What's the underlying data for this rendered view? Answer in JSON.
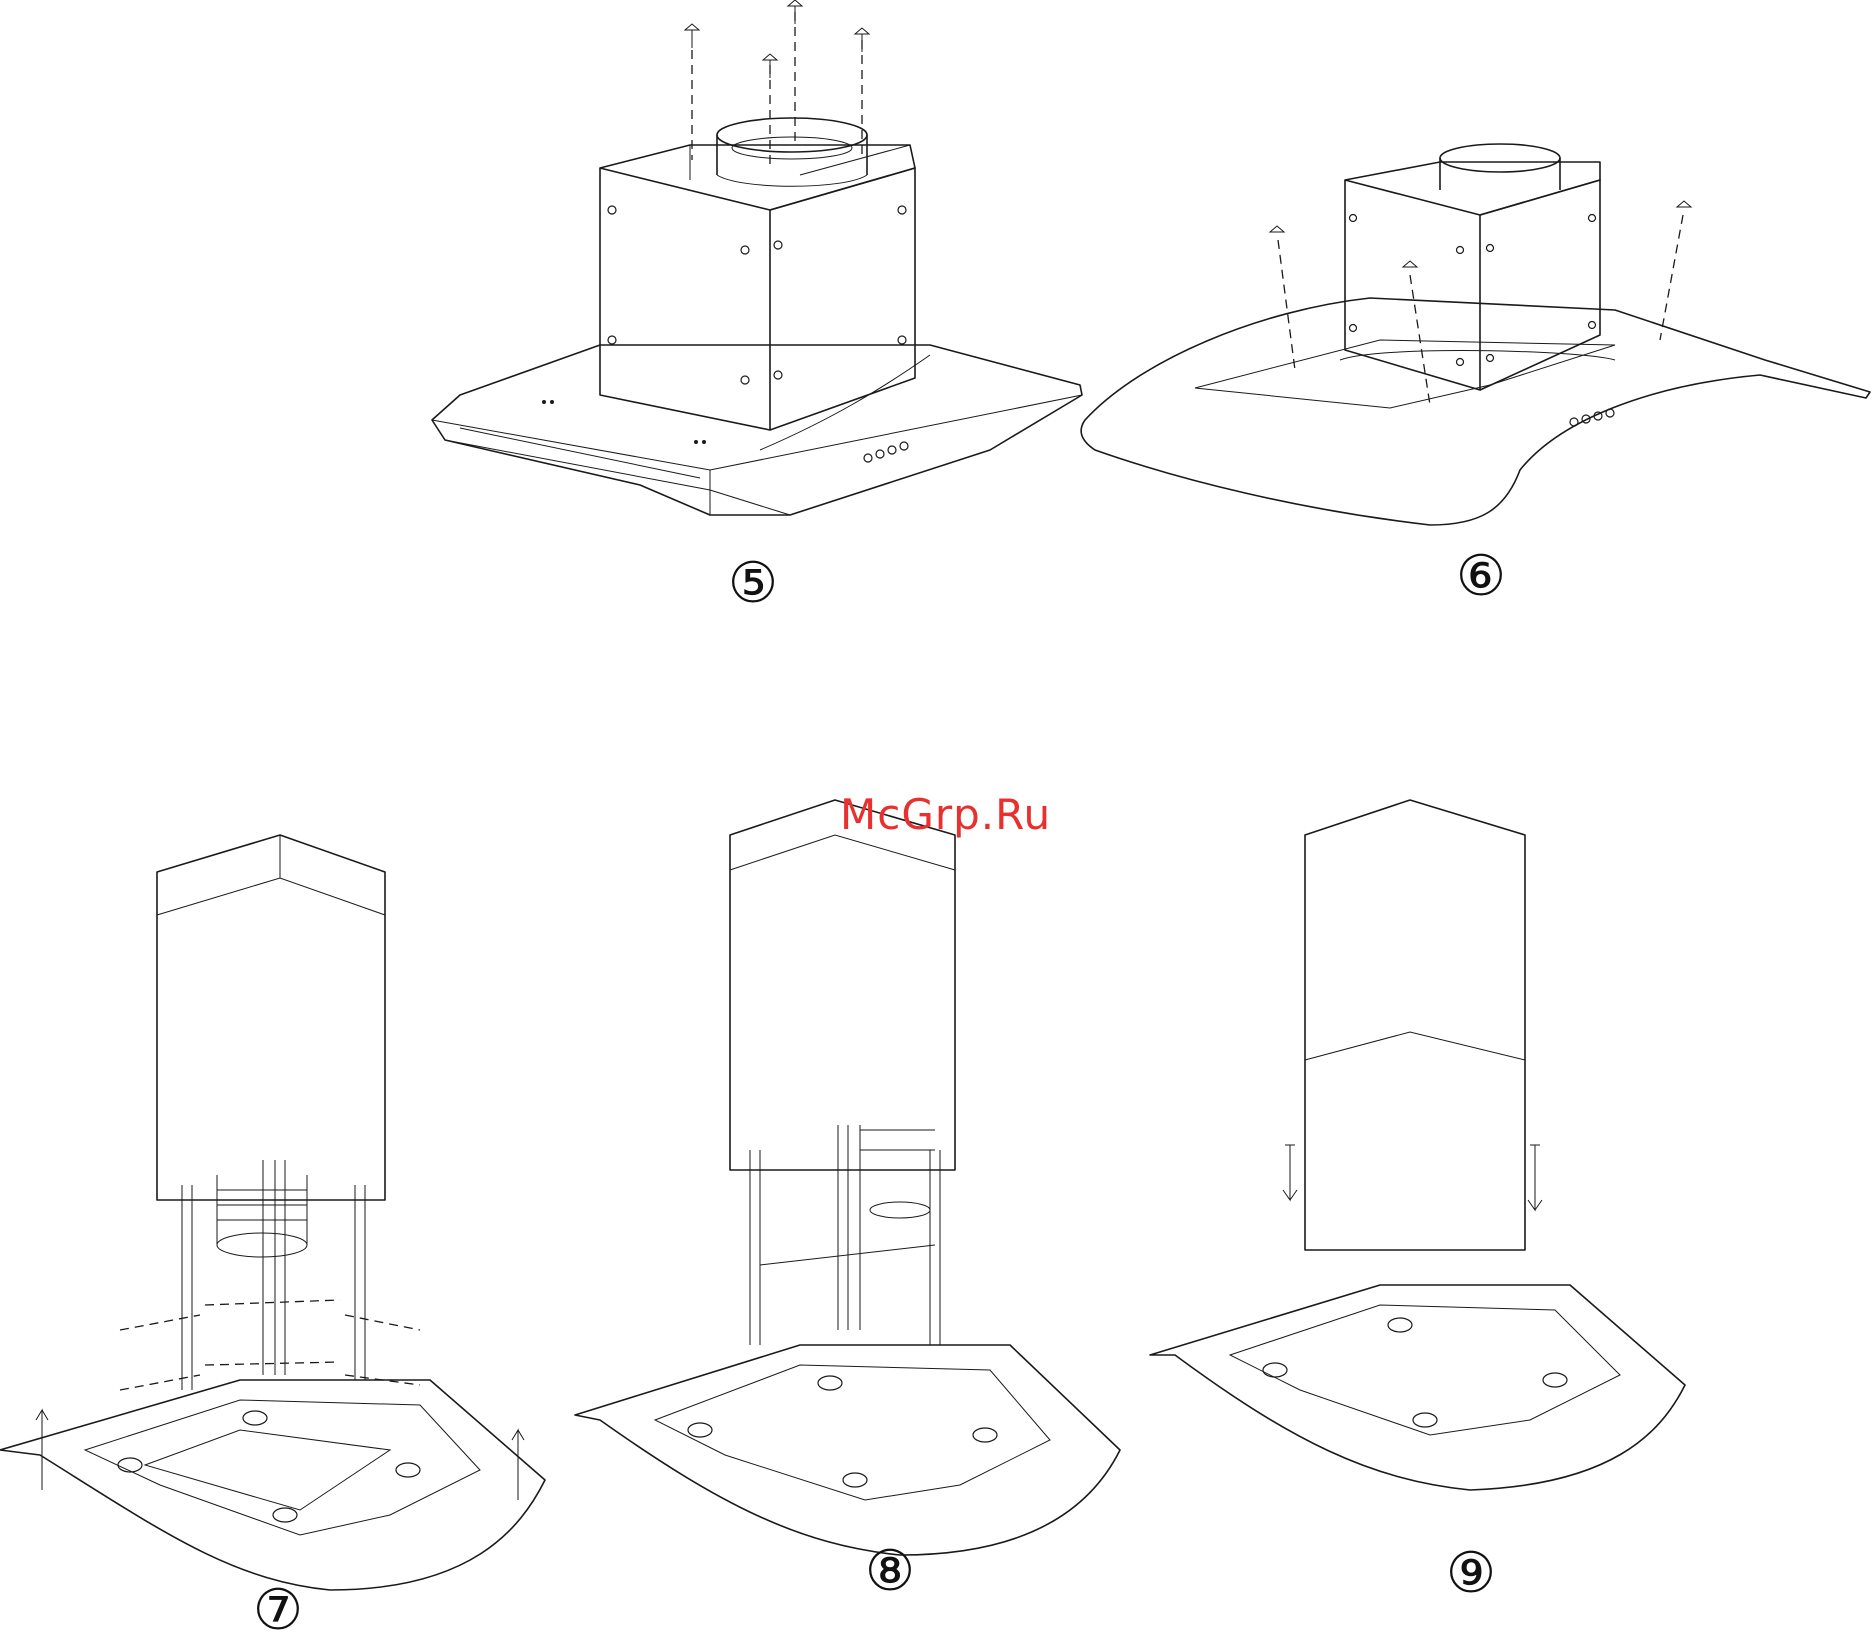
{
  "watermark": "McGrp.Ru",
  "steps": [
    {
      "label": "⑤"
    },
    {
      "label": "⑥"
    },
    {
      "label": "⑦"
    },
    {
      "label": "⑧"
    },
    {
      "label": "⑨"
    }
  ]
}
